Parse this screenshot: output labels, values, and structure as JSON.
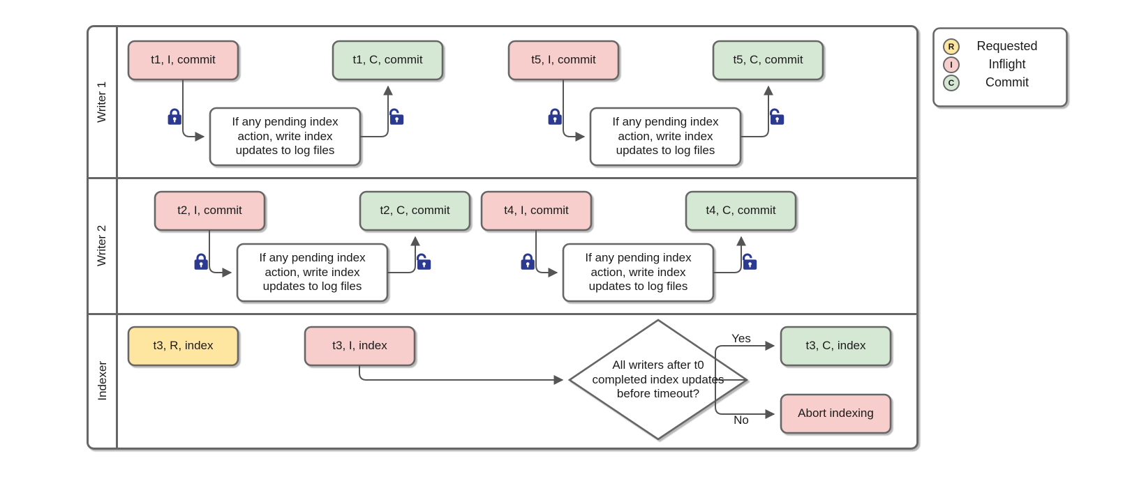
{
  "diagram": {
    "title": "Writer / Indexer concurrency swimlane",
    "type": "swimlane-flowchart",
    "colors": {
      "inflight_fill": "#f8cecc",
      "commit_fill": "#d5e8d4",
      "requested_fill": "#ffe6a0",
      "node_stroke": "#666666",
      "process_fill": "#ffffff",
      "lane_stroke": "#666666",
      "edge_stroke": "#555555",
      "lock_color": "#2b3990",
      "text": "#1a1a1a",
      "page_background": "#ffffff"
    }
  },
  "pool": {
    "lanes": [
      {
        "label": "Writer 1"
      },
      {
        "label": "Writer 2"
      },
      {
        "label": "Indexer"
      }
    ]
  },
  "writer1": {
    "nodes": [
      {
        "label": "t1, I, commit",
        "state": "inflight"
      },
      {
        "label": "t1, C, commit",
        "state": "commit"
      },
      {
        "label": "t5, I, commit",
        "state": "inflight"
      },
      {
        "label": "t5, C, commit",
        "state": "commit"
      }
    ],
    "processes": [
      {
        "label": "If any pending index\naction, write index\nupdates to log files"
      },
      {
        "label": "If any pending index\naction, write index\nupdates to log files"
      }
    ],
    "locks": [
      {
        "icon": "lock-closed-icon"
      },
      {
        "icon": "lock-open-icon"
      },
      {
        "icon": "lock-closed-icon"
      },
      {
        "icon": "lock-open-icon"
      }
    ]
  },
  "writer2": {
    "nodes": [
      {
        "label": "t2, I, commit",
        "state": "inflight"
      },
      {
        "label": "t2, C, commit",
        "state": "commit"
      },
      {
        "label": "t4, I, commit",
        "state": "inflight"
      },
      {
        "label": "t4, C, commit",
        "state": "commit"
      }
    ],
    "processes": [
      {
        "label": "If any pending index\naction, write index\nupdates to log files"
      },
      {
        "label": "If any pending index\naction, write index\nupdates to log files"
      }
    ],
    "locks": [
      {
        "icon": "lock-closed-icon"
      },
      {
        "icon": "lock-open-icon"
      },
      {
        "icon": "lock-closed-icon"
      },
      {
        "icon": "lock-open-icon"
      }
    ]
  },
  "indexer": {
    "nodes": [
      {
        "label": "t3, R, index",
        "state": "requested"
      },
      {
        "label": "t3, I, index",
        "state": "inflight"
      },
      {
        "label": "t3, C, index",
        "state": "commit"
      },
      {
        "label": "Abort indexing",
        "state": "inflight"
      }
    ],
    "decision": {
      "label": "All writers after t0\ncompleted index updates\nbefore timeout?"
    },
    "edge_labels": {
      "yes": "Yes",
      "no": "No"
    }
  },
  "legend": {
    "items": [
      {
        "badge": "R",
        "label": "Requested",
        "fill": "#ffe6a0"
      },
      {
        "badge": "I",
        "label": "Inflight",
        "fill": "#f8cecc"
      },
      {
        "badge": "C",
        "label": "Commit",
        "fill": "#d5e8d4"
      }
    ]
  }
}
